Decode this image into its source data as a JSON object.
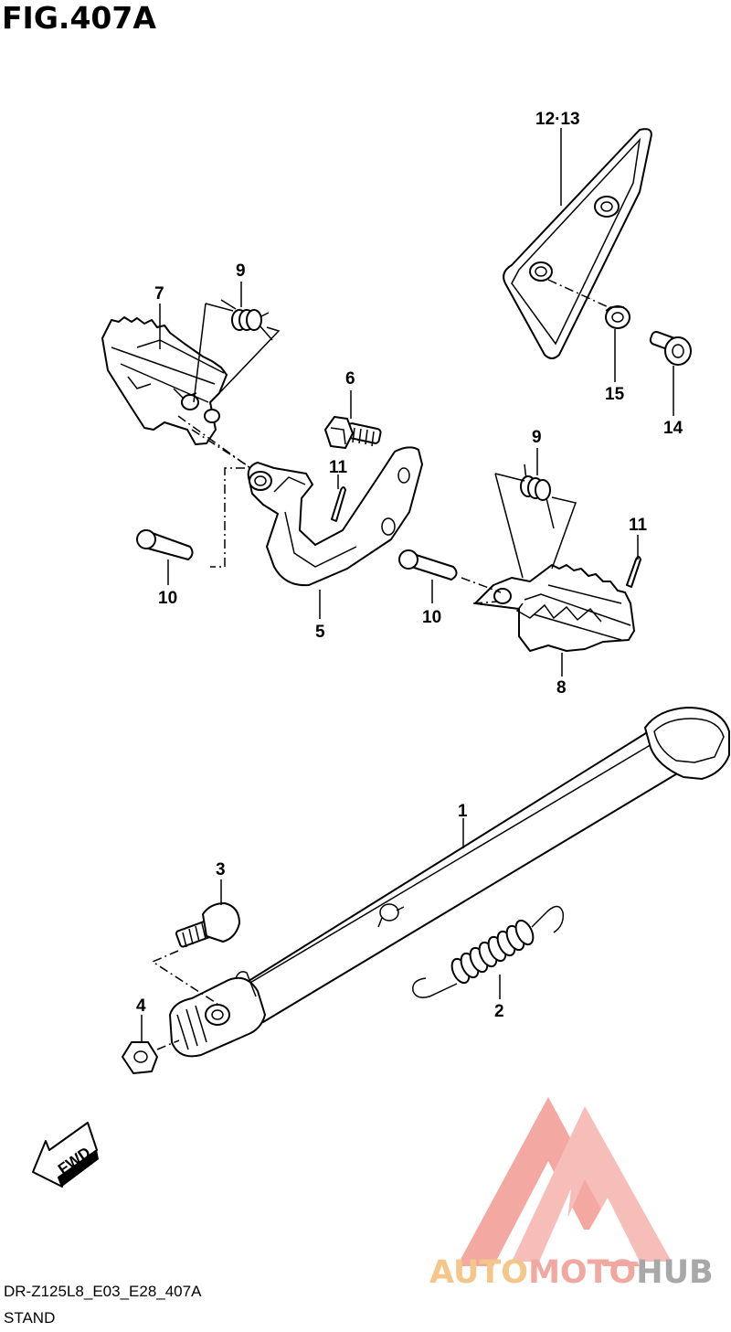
{
  "figure": {
    "title": "FIG.407A"
  },
  "callouts": {
    "c1": "1",
    "c2": "2",
    "c3": "3",
    "c4": "4",
    "c5": "5",
    "c6": "6",
    "c7": "7",
    "c8": "8",
    "c9a": "9",
    "c9b": "9",
    "c10a": "10",
    "c10b": "10",
    "c11a": "11",
    "c11b": "11",
    "c1213": "12·13",
    "c14": "14",
    "c15": "15"
  },
  "fwd_label": "FWD",
  "footer": {
    "code": "DR-Z125L8_E03_E28_407A",
    "name": "STAND"
  },
  "watermark": {
    "part_a": "AUTO",
    "part_b": "MOTO",
    "part_c": "HUB",
    "colors": {
      "auto": "#f5c68a",
      "moto": "#f0a8a0",
      "hub": "#a8a8a8",
      "logo": "#f08c84"
    }
  }
}
